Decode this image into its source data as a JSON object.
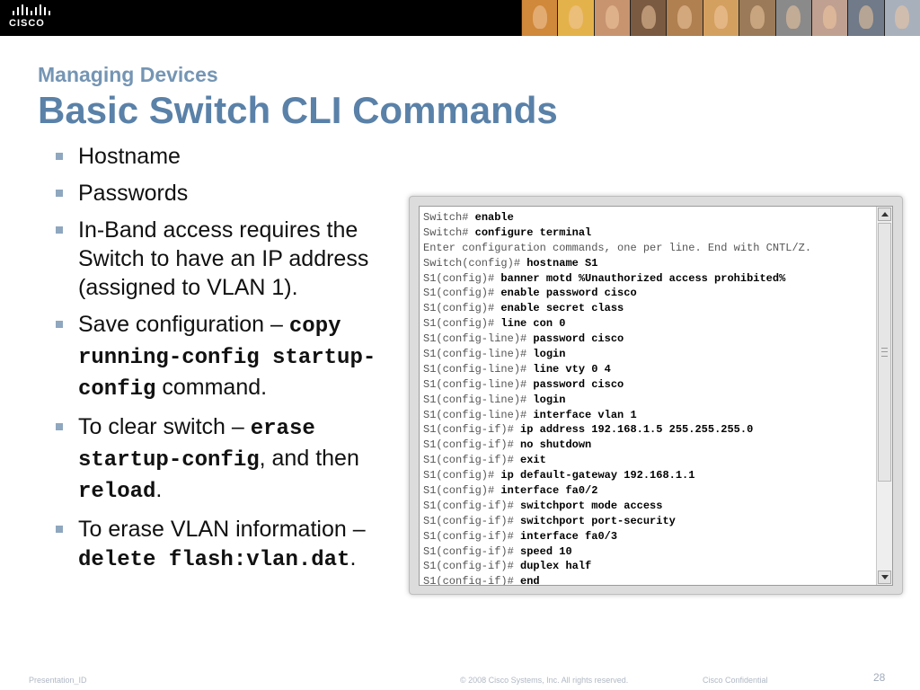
{
  "header": {
    "logo_text": "CISCO",
    "photo_colors": [
      "#d0883a",
      "#e4b24a",
      "#c89470",
      "#7a5a40",
      "#b08050",
      "#d4a060",
      "#9a7a58",
      "#8a8a8a",
      "#c0a090",
      "#707a88",
      "#a8b0bc"
    ]
  },
  "slide": {
    "subtitle": "Managing Devices",
    "title": "Basic Switch CLI Commands"
  },
  "bullets": [
    {
      "parts": [
        {
          "text": "Hostname",
          "mono": false
        }
      ]
    },
    {
      "parts": [
        {
          "text": "Passwords",
          "mono": false
        }
      ]
    },
    {
      "parts": [
        {
          "text": "In-Band access requires the Switch to have an IP address (assigned to VLAN 1).",
          "mono": false
        }
      ]
    },
    {
      "parts": [
        {
          "text": "Save configuration – ",
          "mono": false
        },
        {
          "text": "copy running-config startup-config",
          "mono": true
        },
        {
          "text": " command.",
          "mono": false
        }
      ]
    },
    {
      "parts": [
        {
          "text": "To clear switch – ",
          "mono": false
        },
        {
          "text": "erase startup-config",
          "mono": true
        },
        {
          "text": ", and then ",
          "mono": false
        },
        {
          "text": "reload",
          "mono": true
        },
        {
          "text": ".",
          "mono": false
        }
      ]
    },
    {
      "parts": [
        {
          "text": "To erase VLAN information – ",
          "mono": false
        },
        {
          "text": "delete flash:vlan.dat",
          "mono": true
        },
        {
          "text": ".",
          "mono": false
        }
      ]
    }
  ],
  "cli": {
    "lines": [
      {
        "prompt": "Switch#",
        "cmd": "enable"
      },
      {
        "prompt": "Switch#",
        "cmd": "configure terminal"
      },
      {
        "prompt": "Enter configuration commands, one per line.  End with CNTL/Z.",
        "cmd": ""
      },
      {
        "prompt": "Switch(config)#",
        "cmd": "hostname S1"
      },
      {
        "prompt": "S1(config)#",
        "cmd": "banner motd %Unauthorized access prohibited%"
      },
      {
        "prompt": "S1(config)#",
        "cmd": "enable password cisco"
      },
      {
        "prompt": "S1(config)#",
        "cmd": "enable secret class"
      },
      {
        "prompt": "S1(config)#",
        "cmd": "line con 0"
      },
      {
        "prompt": "S1(config-line)#",
        "cmd": "password cisco"
      },
      {
        "prompt": "S1(config-line)#",
        "cmd": "login"
      },
      {
        "prompt": "S1(config-line)#",
        "cmd": "line vty 0 4"
      },
      {
        "prompt": "S1(config-line)#",
        "cmd": "password cisco"
      },
      {
        "prompt": "S1(config-line)#",
        "cmd": "login"
      },
      {
        "prompt": "S1(config-line)#",
        "cmd": "interface vlan 1"
      },
      {
        "prompt": "S1(config-if)#",
        "cmd": "ip address 192.168.1.5 255.255.255.0"
      },
      {
        "prompt": "S1(config-if)#",
        "cmd": "no shutdown"
      },
      {
        "prompt": "S1(config-if)#",
        "cmd": "exit"
      },
      {
        "prompt": "S1(config)#",
        "cmd": "ip default-gateway 192.168.1.1"
      },
      {
        "prompt": "S1(config)#",
        "cmd": "interface fa0/2"
      },
      {
        "prompt": "S1(config-if)#",
        "cmd": "switchport mode access"
      },
      {
        "prompt": "S1(config-if)#",
        "cmd": "switchport port-security"
      },
      {
        "prompt": "S1(config-if)#",
        "cmd": "interface fa0/3"
      },
      {
        "prompt": "S1(config-if)#",
        "cmd": "speed 10"
      },
      {
        "prompt": "S1(config-if)#",
        "cmd": "duplex half"
      },
      {
        "prompt": "S1(config-if)#",
        "cmd": "end"
      }
    ]
  },
  "footer": {
    "presentation_id": "Presentation_ID",
    "copyright": "© 2008 Cisco Systems, Inc. All rights reserved.",
    "confidential": "Cisco Confidential",
    "page_number": "28"
  }
}
